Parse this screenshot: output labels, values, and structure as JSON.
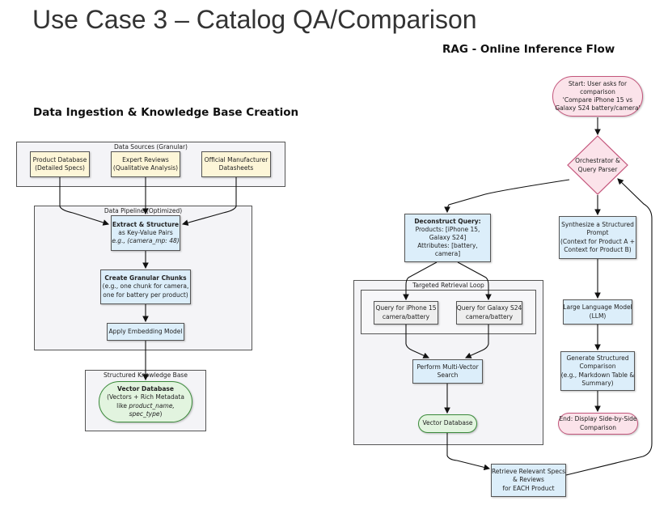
{
  "title": "Use Case 3 – Catalog QA/Comparison",
  "rag_heading": "RAG - Online Inference Flow",
  "ingestion_heading": "Data Ingestion & Knowledge Base Creation",
  "ingestion": {
    "data_sources_label": "Data Sources (Granular)",
    "product_db": [
      "Product Database",
      "(Detailed Specs)"
    ],
    "expert_reviews": [
      "Expert Reviews",
      "(Qualitative Analysis)"
    ],
    "manufacturer": [
      "Official Manufacturer",
      "Datasheets"
    ],
    "pipeline_label": "Data Pipeline (Optimized)",
    "extract": {
      "title": "Extract & Structure",
      "line2": "as Key-Value Pairs",
      "line3_prefix": "e.g.,",
      "line3_example": "(camera_mp: 48)"
    },
    "chunks": {
      "title": "Create Granular Chunks",
      "line2": "(e.g., one chunk for camera,",
      "line3": "one for battery per product)"
    },
    "embedding": "Apply Embedding Model",
    "kb_label": "Structured Knowledge Base",
    "vector_db": {
      "title": "Vector Database",
      "line2": "(Vectors + Rich Metadata",
      "line3": "like",
      "line3_meta": "product_name,",
      "line4_meta": "spec_type",
      "line4_end": ")"
    }
  },
  "rag": {
    "start": [
      "Start: User asks for",
      "comparison",
      "'Compare iPhone 15 vs",
      "Galaxy S24 battery/camera'"
    ],
    "orchestrator": [
      "Orchestrator &",
      "Query Parser"
    ],
    "deconstruct": {
      "title": "Deconstruct Query:",
      "lines": [
        "Products: [iPhone 15,",
        "Galaxy S24]",
        "Attributes: [battery,",
        "camera]"
      ]
    },
    "synthesize": [
      "Synthesize a Structured",
      "Prompt",
      "(Context for Product A +",
      "Context for Product B)"
    ],
    "retrieval_loop_label": "Targeted Retrieval Loop",
    "query_iphone": [
      "Query for iPhone 15",
      "camera/battery"
    ],
    "query_galaxy": [
      "Query for Galaxy S24",
      "camera/battery"
    ],
    "multi_vector": [
      "Perform Multi-Vector",
      "Search"
    ],
    "vector_db": "Vector Database",
    "retrieve": [
      "Retrieve Relevant Specs",
      "& Reviews",
      "for EACH Product"
    ],
    "llm": [
      "Large Language Model",
      "(LLM)"
    ],
    "generate": [
      "Generate Structured",
      "Comparison",
      "(e.g., Markdown Table &",
      "Summary)"
    ],
    "end": [
      "End: Display Side-by-Side",
      "Comparison"
    ]
  },
  "colors": {
    "process_blue": "#dceefa",
    "source_yellow": "#fdf6d8",
    "start_pink": "#fbe3ea",
    "db_green": "#e2f4df"
  }
}
